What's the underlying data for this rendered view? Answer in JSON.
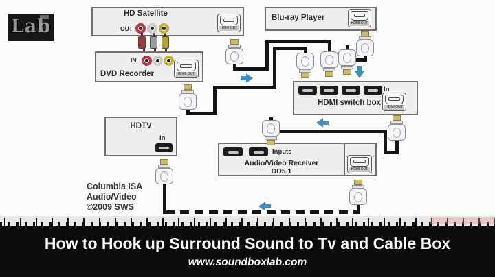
{
  "logo": {
    "text": "Lab"
  },
  "labels": {
    "hdmi_out": "HDMI OUT",
    "out": "OUT",
    "in_caps": "IN",
    "in": "In",
    "inputs": "Inputs"
  },
  "devices": {
    "hd_satellite": {
      "label": "HD Satellite"
    },
    "dvd_recorder": {
      "label": "DVD Recorder"
    },
    "blu_ray": {
      "label": "Blu-ray Player"
    },
    "hdmi_switch": {
      "label": "HDMI switch box"
    },
    "hdtv": {
      "label": "HDTV"
    },
    "receiver": {
      "label": "Audio/Video Receiver",
      "sub_label": "DD5.1"
    }
  },
  "credit": {
    "line1": "Columbia ISA",
    "line2": "Audio/Video",
    "line3": "©2009 SWS"
  },
  "banner": {
    "title": "How to Hook up Surround Sound to Tv and Cable Box",
    "url": "www.soundboxlab.com"
  },
  "colors": {
    "arrow_blue": "#3d8ec2",
    "cable_black": "#141414",
    "rca_red": "#b0394a",
    "rca_white": "#c9c9c9",
    "rca_yellow": "#c3b23a",
    "banner_bg": "#0b0b0b",
    "box_fill": "#efeeec",
    "box_border": "#6f6f6f"
  }
}
